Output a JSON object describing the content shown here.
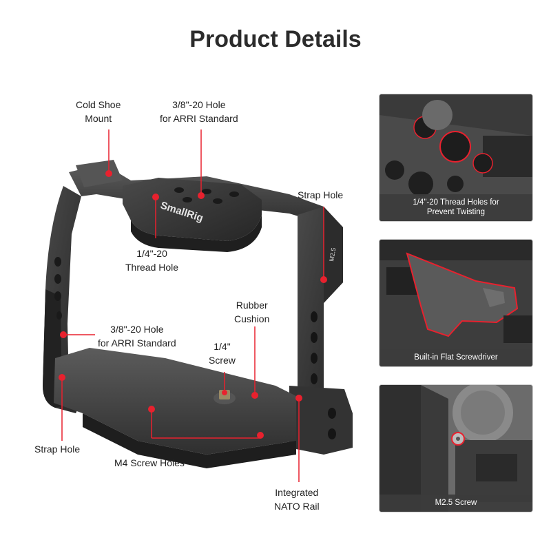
{
  "page": {
    "title": "Product Details"
  },
  "brand": {
    "logo_text": "SmallRig"
  },
  "callouts": {
    "cold_shoe": [
      "Cold Shoe",
      "Mount"
    ],
    "arri_top": [
      "3/8\"-20 Hole",
      "for ARRI Standard"
    ],
    "strap_right": [
      "Strap Hole"
    ],
    "thread_hole": [
      "1/4\"-20",
      "Thread Hole"
    ],
    "rubber_cushion": [
      "Rubber",
      "Cushion"
    ],
    "arri_left": [
      "3/8\"-20 Hole",
      "for ARRI Standard"
    ],
    "screw_quarter": [
      "1/4\"",
      "Screw"
    ],
    "strap_left": [
      "Strap Hole"
    ],
    "m4_holes": [
      "M4 Screw Holes"
    ],
    "nato_rail": [
      "Integrated",
      "NATO Rail"
    ]
  },
  "panels": [
    {
      "caption": [
        "1/4\"-20 Thread Holes for",
        "Prevent Twisting"
      ]
    },
    {
      "caption": [
        "Built-in Flat Screwdriver"
      ]
    },
    {
      "caption": [
        "M2.5 Screw"
      ]
    }
  ],
  "engravings": {
    "m25": "M2.5"
  },
  "colors": {
    "accent": "#e8212e",
    "metal": "#3a3a3a",
    "text": "#222222",
    "caption_bg": "#3c3c3c"
  }
}
